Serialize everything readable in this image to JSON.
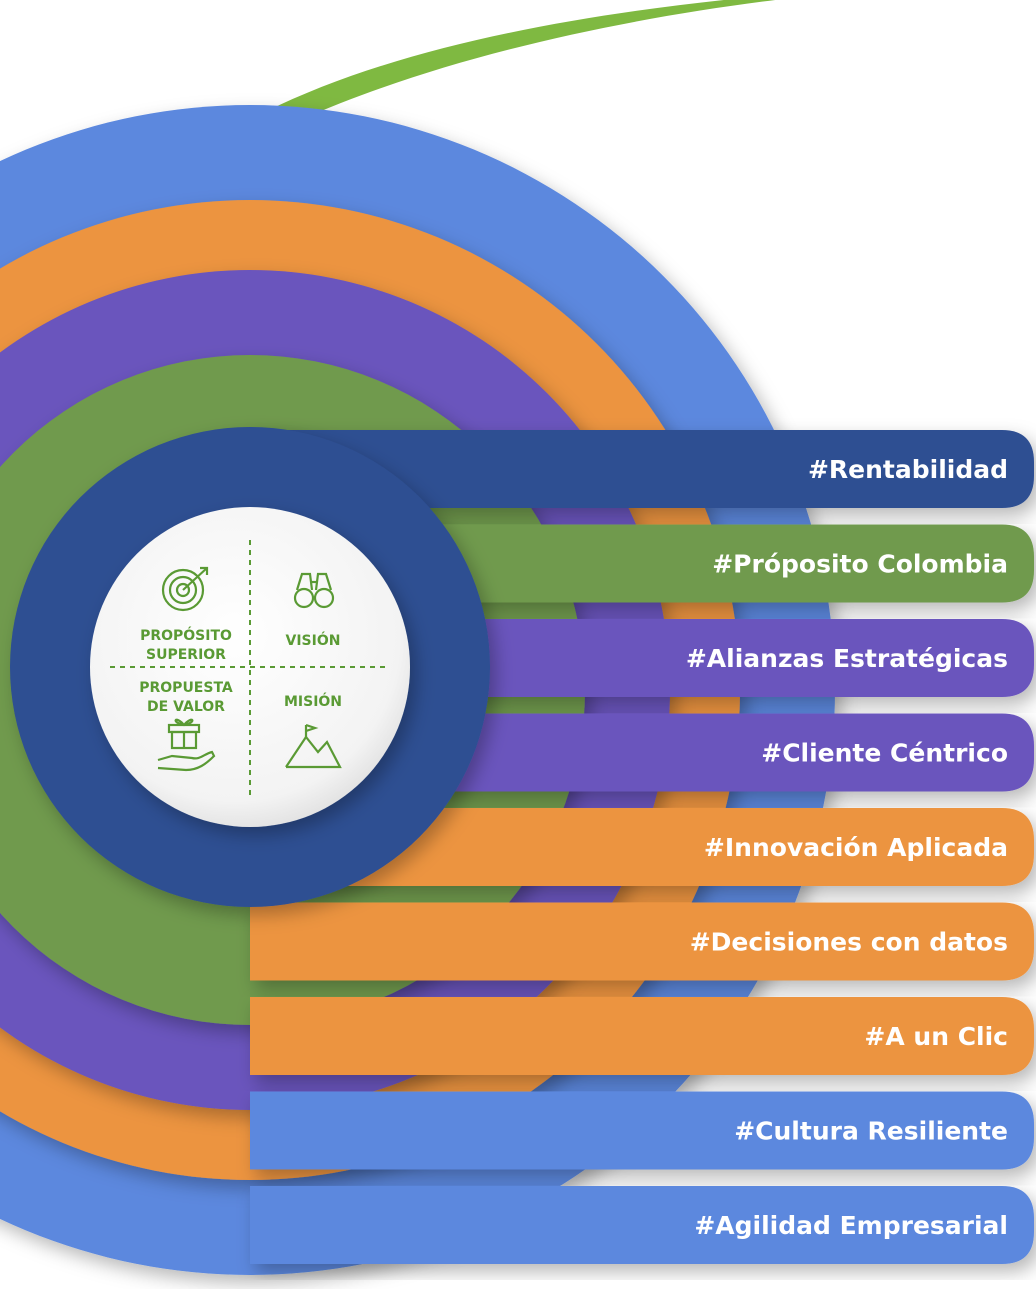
{
  "colors": {
    "blue_light": "#5c88de",
    "orange": "#ec9440",
    "purple": "#6a55bd",
    "green": "#6f9a4e",
    "navy": "#2e4f92",
    "arc_green": "#7fb941",
    "center_icon_green": "#5a9a34"
  },
  "center": {
    "proposito_superior": [
      "PROPÓSITO",
      "SUPERIOR"
    ],
    "vision": "VISIÓN",
    "propuesta_de_valor": [
      "PROPUESTA",
      "DE VALOR"
    ],
    "mision": "MISIÓN"
  },
  "center_icons": [
    "target-icon",
    "binoculars-icon",
    "gift-hand-icon",
    "mountain-icon"
  ],
  "tags": [
    {
      "label": "#Rentabilidad",
      "color": "#2e4f92"
    },
    {
      "label": "#Próposito Colombia",
      "color": "#6f9a4e"
    },
    {
      "label": "#Alianzas Estratégicas",
      "color": "#6a55bd"
    },
    {
      "label": "#Cliente Céntrico",
      "color": "#6a55bd"
    },
    {
      "label": "#Innovación Aplicada",
      "color": "#ec9440"
    },
    {
      "label": "#Decisiones con datos",
      "color": "#ec9440"
    },
    {
      "label": "#A un Clic",
      "color": "#ec9440"
    },
    {
      "label": "#Cultura Resiliente",
      "color": "#5c88de"
    },
    {
      "label": "#Agilidad Empresarial",
      "color": "#5c88de"
    }
  ]
}
